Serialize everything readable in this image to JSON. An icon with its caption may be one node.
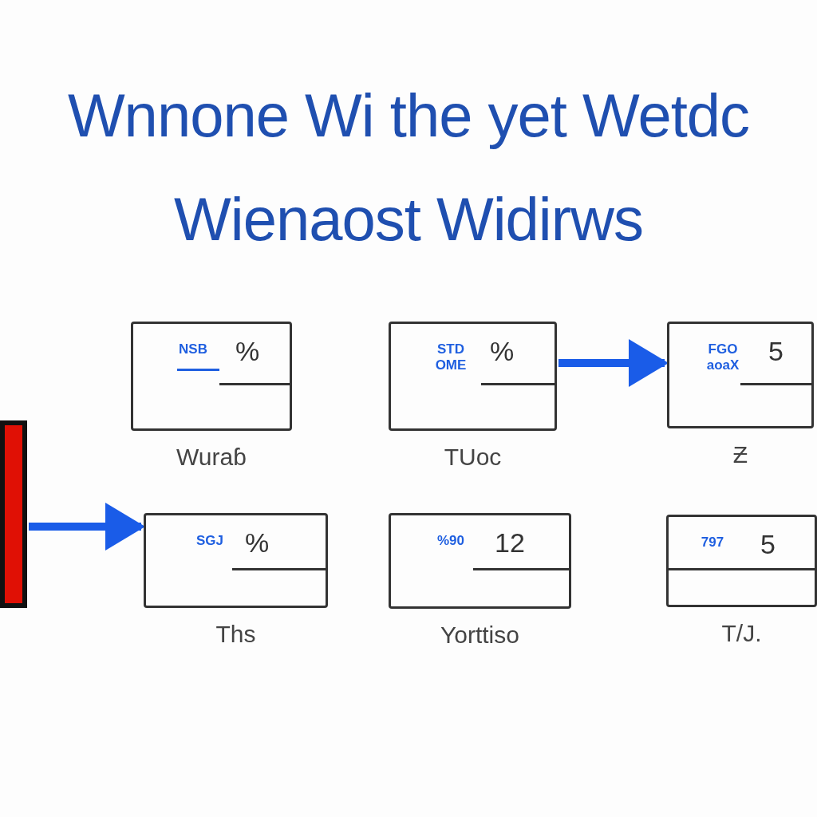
{
  "diagram": {
    "title": "Wnnone Wi the yet Wetdc Wienaost Widirws",
    "nodes": [
      {
        "text": [
          "NSB",
          "%"
        ],
        "beside": [
          "Wuraɓ"
        ]
      },
      {
        "text": [
          "STD OME",
          "%"
        ],
        "beside": [
          "TUoc"
        ]
      },
      {
        "text": [
          "FGO aoaX",
          "5"
        ],
        "beside": [
          "Ƶ"
        ]
      },
      {
        "text": [],
        "shape": "box"
      },
      {
        "text": [
          "SGJ",
          "%"
        ],
        "beside": [
          "Ths"
        ]
      },
      {
        "text": [
          "%90",
          "12"
        ],
        "beside": [
          "Yorttiso"
        ]
      },
      {
        "text": [
          "797",
          "5"
        ],
        "beside": [
          "T/J."
        ]
      }
    ],
    "edges": [
      {
        "from": 1,
        "to": 2,
        "arrow": "to"
      },
      {
        "from": 3,
        "to": 4,
        "arrow": "to"
      }
    ]
  }
}
